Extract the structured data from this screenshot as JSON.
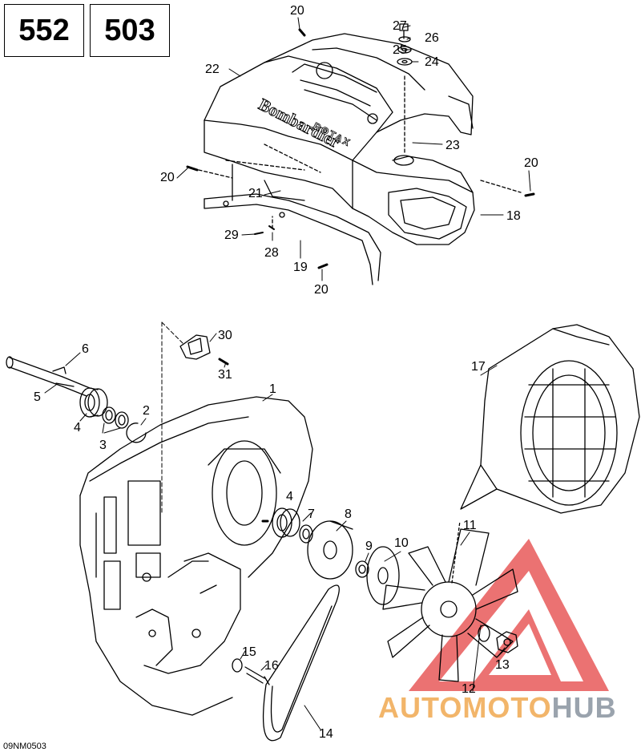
{
  "models": [
    "552",
    "503"
  ],
  "reference": "09NM0503",
  "watermark": {
    "part1": "AUTOMOTO",
    "part2": "HUB",
    "color1": "#f2b56a",
    "color2": "#9aa3ad",
    "logo_color": "#e85a5a"
  },
  "cover_branding": {
    "brand": "Bombardier",
    "model": "ROTAX"
  },
  "callouts": {
    "c20a": "20",
    "c27": "27",
    "c26": "26",
    "c25": "25",
    "c24": "24",
    "c22": "22",
    "c23": "23",
    "c20b": "20",
    "c20c": "20",
    "c21": "21",
    "c18": "18",
    "c29": "29",
    "c28": "28",
    "c19": "19",
    "c20d": "20",
    "c30": "30",
    "c31": "31",
    "c6": "6",
    "c5": "5",
    "c4a": "4",
    "c3": "3",
    "c2": "2",
    "c1": "1",
    "c17": "17",
    "c4b": "4",
    "c7": "7",
    "c8": "8",
    "c9": "9",
    "c10": "10",
    "c11": "11",
    "c15": "15",
    "c16": "16",
    "c12": "12",
    "c13": "13",
    "c14": "14"
  }
}
